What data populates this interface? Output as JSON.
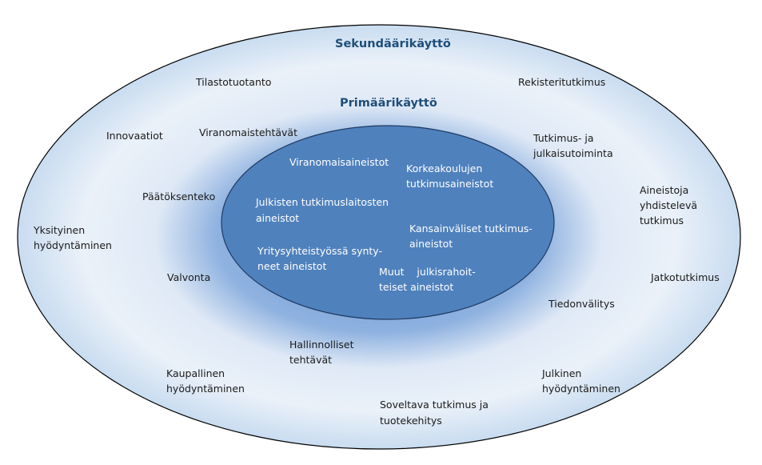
{
  "outer": {
    "title": "Sekundäärikäyttö",
    "labels": {
      "tilastotuotanto": "Tilastotuotanto",
      "rekisteritutkimus": "Rekisteritutkimus",
      "innovaatiot": "Innovaatiot",
      "tutkimus_1": "Tutkimus- ja",
      "tutkimus_2": "julkaisutoiminta",
      "aineistoja_1": "Aineistoja",
      "aineistoja_2": "yhdistelevä",
      "aineistoja_3": "tutkimus",
      "yksityinen_1": "Yksityinen",
      "yksityinen_2": "hyödyntäminen",
      "jatkotutkimus": "Jatkotutkimus",
      "tiedonvalitys": "Tiedonvälitys",
      "hallinnolliset_1": "Hallinnolliset",
      "hallinnolliset_2": "tehtävät",
      "kaupallinen_1": "Kaupallinen",
      "kaupallinen_2": "hyödyntäminen",
      "julkinen_1": "Julkinen",
      "julkinen_2": "hyödyntäminen",
      "soveltava_1": "Soveltava tutkimus ja",
      "soveltava_2": "tuotekehitys"
    }
  },
  "middle": {
    "title": "Primäärikäyttö",
    "labels": {
      "viranomaistehtavat": "Viranomaistehtävät",
      "paatoksenteko": "Päätöksenteko",
      "valvonta": "Valvonta"
    }
  },
  "inner": {
    "labels": {
      "viranomaisaineistot": "Viranomaisaineistot",
      "korkeakoulujen_1": "Korkeakoulujen",
      "korkeakoulujen_2": "tutkimusaineistot",
      "julkisten_1": "Julkisten tutkimuslaitosten",
      "julkisten_2": "aineistot",
      "kansainvaliset_1": "Kansainväliset tutkimus-",
      "kansainvaliset_2": "aineistot",
      "yritys_1": "Yritysyhteistyössä synty-",
      "yritys_2": "neet aineistot",
      "muut_1": "Muut    julkisrahoit-",
      "muut_2": "teiset aineistot"
    }
  },
  "colors": {
    "outer_fill": "#c9dcf0",
    "outer_stroke": "#000000",
    "glow": "#7aa2d6",
    "inner_fill": "#4f81bd",
    "inner_stroke": "#1f3b63",
    "title_color": "#1f4e79"
  }
}
